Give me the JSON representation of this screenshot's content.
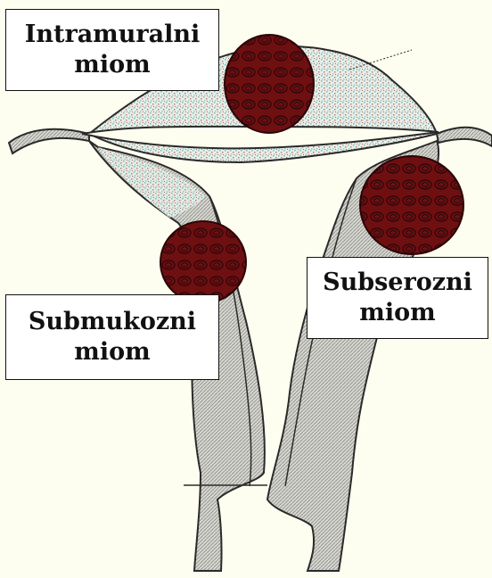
{
  "labels": {
    "intramural": {
      "line1": "Intramuralni",
      "line2": "miom"
    },
    "subserous": {
      "line1": "Subserozni",
      "line2": "miom"
    },
    "submucous": {
      "line1": "Submukozni",
      "line2": "miom"
    }
  },
  "colors": {
    "background": "#fefef0",
    "uterus_fill": "#cfcfc8",
    "uterus_outline": "#2a2a2a",
    "myometrium_speckle": "#9fc9c6",
    "myometrium_red": "#c77b74",
    "fibroid_fill": "#6e0f12",
    "fibroid_whorl": "#2a0506"
  }
}
